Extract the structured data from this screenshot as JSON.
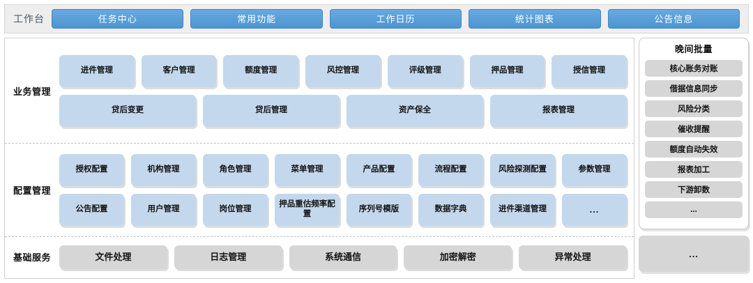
{
  "header": {
    "title": "工作台",
    "buttons": [
      {
        "label": "任务中心"
      },
      {
        "label": "常用功能"
      },
      {
        "label": "工作日历"
      },
      {
        "label": "统计图表"
      },
      {
        "label": "公告信息"
      }
    ]
  },
  "bands": [
    {
      "label": "业务管理",
      "rows": [
        [
          {
            "label": "进件管理"
          },
          {
            "label": "客户管理"
          },
          {
            "label": "额度管理"
          },
          {
            "label": "风控管理"
          },
          {
            "label": "评级管理"
          },
          {
            "label": "押品管理"
          },
          {
            "label": "授信管理"
          }
        ],
        [
          {
            "label": "贷后变更"
          },
          {
            "label": "贷后管理"
          },
          {
            "label": "资产保全"
          },
          {
            "label": "报表管理"
          }
        ]
      ]
    },
    {
      "label": "配置管理",
      "rows": [
        [
          {
            "label": "授权配置"
          },
          {
            "label": "机构管理"
          },
          {
            "label": "角色管理"
          },
          {
            "label": "菜单管理"
          },
          {
            "label": "产品配置"
          },
          {
            "label": "流程配置"
          },
          {
            "label": "风险探测配置"
          },
          {
            "label": "参数管理"
          }
        ],
        [
          {
            "label": "公告配置"
          },
          {
            "label": "用户管理"
          },
          {
            "label": "岗位管理"
          },
          {
            "label": "押品重估频率配置"
          },
          {
            "label": "序列号模版"
          },
          {
            "label": "数据字典"
          },
          {
            "label": "进件渠道管理"
          },
          {
            "label": "..."
          }
        ]
      ]
    },
    {
      "label": "基础服务",
      "rows": [
        [
          {
            "label": "文件处理"
          },
          {
            "label": "日志管理"
          },
          {
            "label": "系统通信"
          },
          {
            "label": "加密解密"
          },
          {
            "label": "异常处理"
          }
        ]
      ]
    }
  ],
  "side_panel": {
    "title": "晚间批量",
    "items": [
      {
        "label": "核心账务对账"
      },
      {
        "label": "借据信息同步"
      },
      {
        "label": "风险分类"
      },
      {
        "label": "催收提醒"
      },
      {
        "label": "额度自动失效"
      },
      {
        "label": "报表加工"
      },
      {
        "label": "下游卸数"
      },
      {
        "label": "..."
      }
    ],
    "more_label": "..."
  },
  "colors": {
    "accent_blue": "#4b95d4",
    "tile_blue": "#c3d8ed",
    "tile_gray": "#d6d6d6",
    "topbar_bg": "#eeeeee"
  }
}
